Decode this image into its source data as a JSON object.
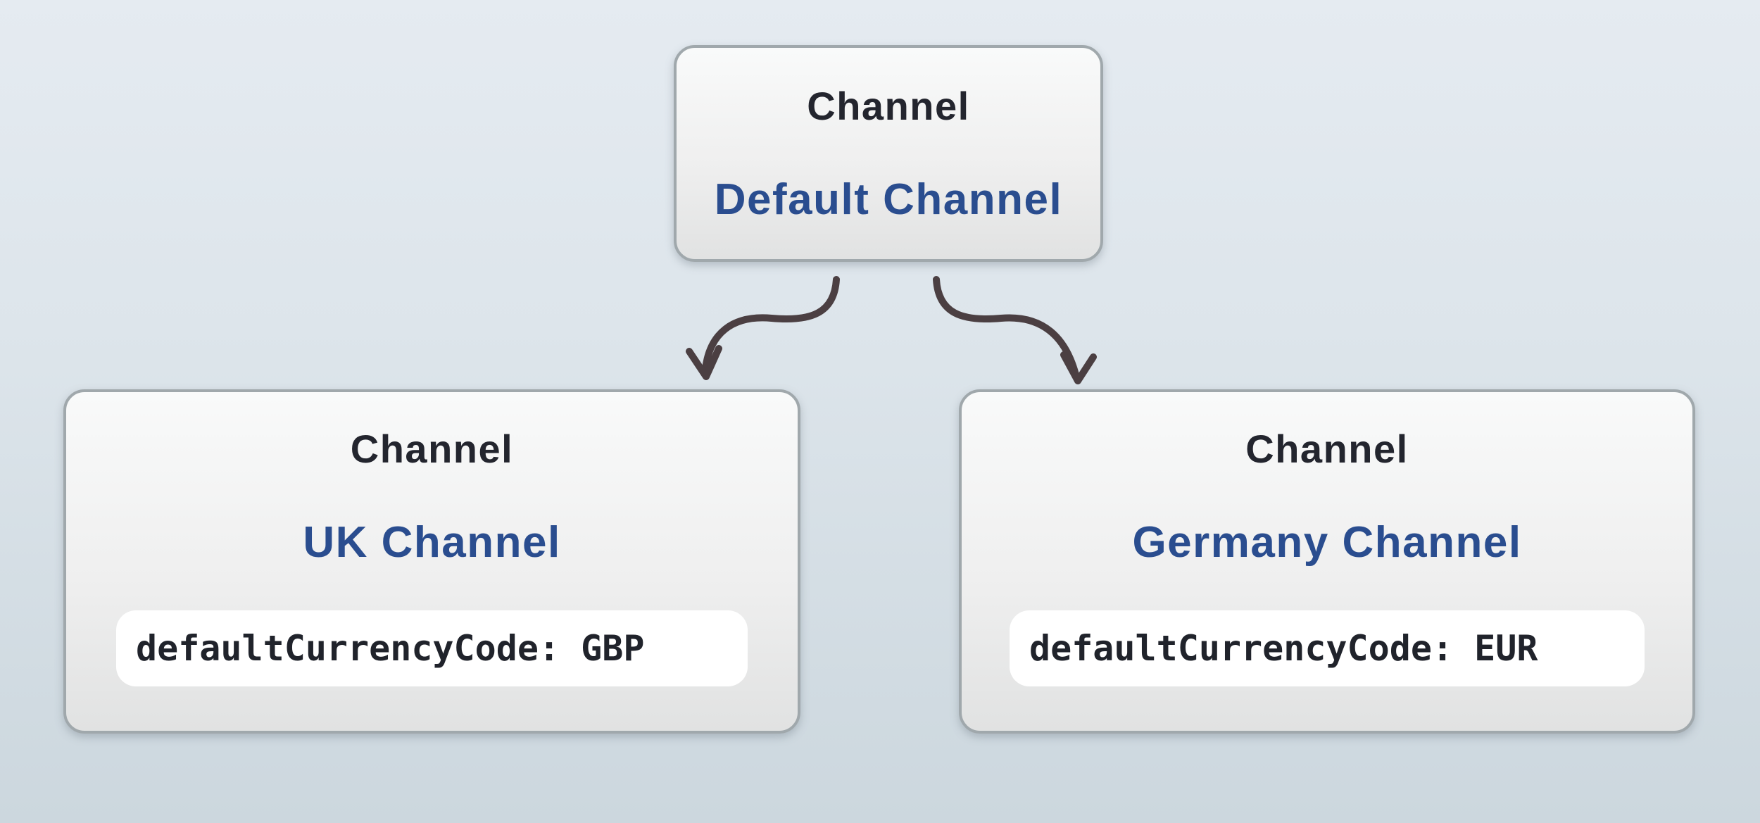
{
  "diagram": {
    "background": {
      "top_color": "#e5ebf1",
      "bottom_color": "#ccd7de"
    },
    "node_style": {
      "border_color": "#a0a8ac",
      "fill_top": "#f9fafa",
      "fill_bottom": "#e1e2e2",
      "title_color": "#23252e",
      "name_color": "#2a4d8f",
      "code_text_color": "#20232b",
      "code_background": "#ffffff",
      "arrow_color": "#4b3f42"
    },
    "nodes": {
      "root": {
        "type_label": "Channel",
        "name": "Default Channel"
      },
      "uk": {
        "type_label": "Channel",
        "name": "UK Channel",
        "attribute": "defaultCurrencyCode: GBP"
      },
      "germany": {
        "type_label": "Channel",
        "name": "Germany Channel",
        "attribute": "defaultCurrencyCode: EUR"
      }
    },
    "edges": [
      {
        "from": "Default Channel",
        "to": "UK Channel"
      },
      {
        "from": "Default Channel",
        "to": "Germany Channel"
      }
    ]
  }
}
